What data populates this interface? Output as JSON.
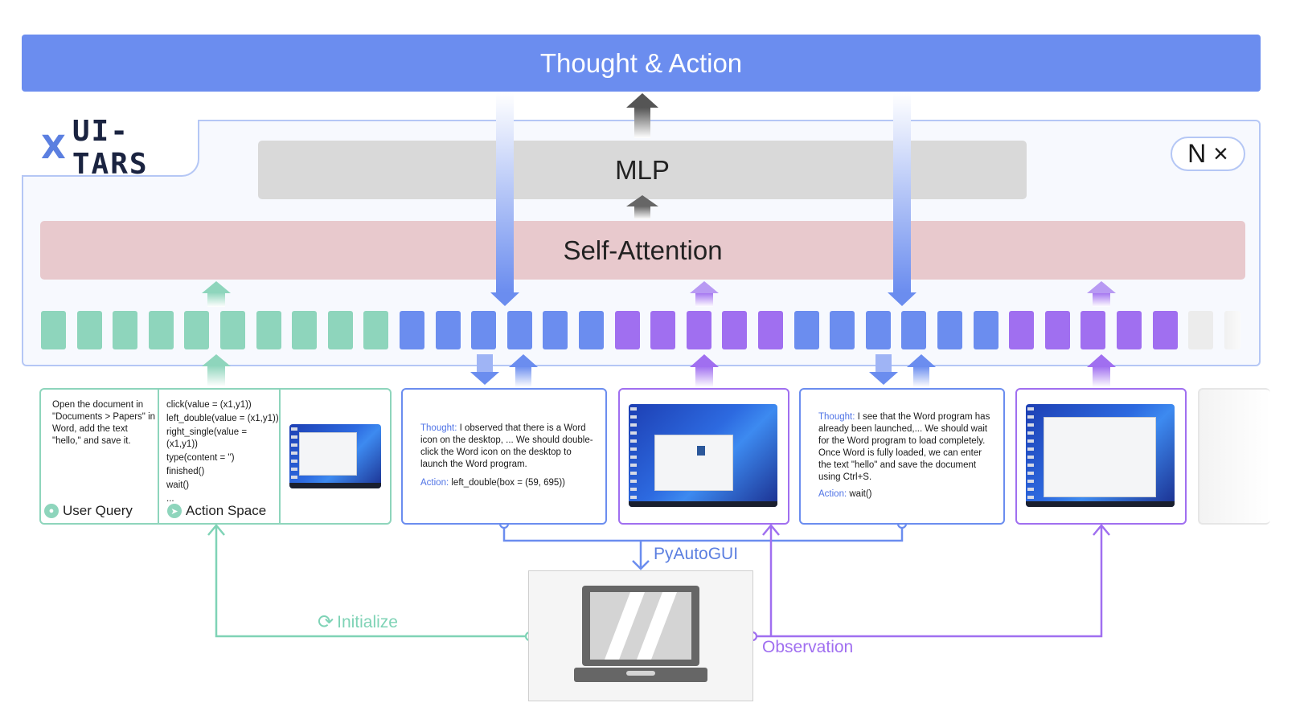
{
  "top_bar": {
    "title": "Thought & Action"
  },
  "model": {
    "logo_mark": "X",
    "logo_text": "UI-TARS",
    "repeat": "N ×",
    "mlp": "MLP",
    "attention": "Self-Attention"
  },
  "cards": {
    "query": {
      "text": "Open the document in \"Documents > Papers\" in Word, add the text \"hello,\" and save it.",
      "label": "User Query",
      "icon": "user-icon"
    },
    "action_space": {
      "lines": [
        "click(value = (x1,y1))",
        "left_double(value = (x1,y1))",
        "right_single(value = (x1,y1))",
        "type(content = '')",
        "finished()",
        "wait()",
        "..."
      ],
      "label": "Action Space",
      "icon": "send-icon"
    },
    "step1": {
      "thought_label": "Thought:",
      "thought": "I observed that there is a Word icon on the desktop, ... We should double-click the Word icon on the desktop to launch the Word program.",
      "action_label": "Action:",
      "action": "left_double(box = (59, 695))"
    },
    "step2": {
      "thought_label": "Thought:",
      "thought": "I see that the Word program has already been launched,... We should wait for the Word program to load completely. Once Word is fully loaded, we can enter the text \"hello\" and save the document using Ctrl+S.",
      "action_label": "Action:",
      "action": "wait()"
    }
  },
  "flow": {
    "pyautogui": "PyAutoGUI",
    "initialize": "Initialize",
    "observation": "Observation"
  },
  "colors": {
    "top_bar": "#6b8def",
    "token_green": "#8ed5bc",
    "token_blue": "#6b8def",
    "token_purple": "#a06ff0",
    "mlp": "#d9d9d9",
    "attention": "#e8c9cd",
    "green_line": "#7fd3b6",
    "blue_line": "#6b8def",
    "purple_line": "#a06ff0"
  }
}
